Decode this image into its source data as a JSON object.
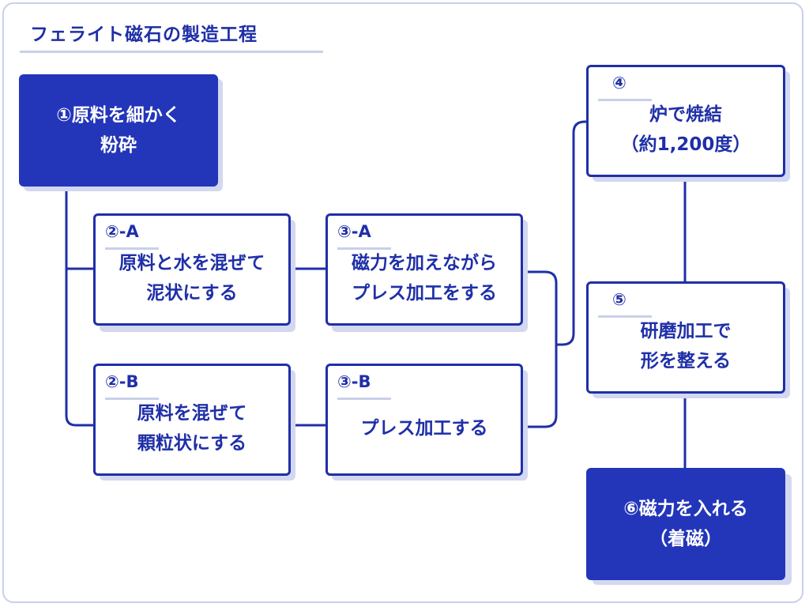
{
  "title": "フェライト磁石の製造工程",
  "colors": {
    "accent": "#1f2fa8",
    "fill": "#2336b9",
    "shadow": "#d3d8f0",
    "border": "#c9d0ea"
  },
  "nodes": {
    "n1": {
      "step": "",
      "lines": [
        "①原料を細かく",
        "粉砕"
      ]
    },
    "n2a": {
      "step": "②-A",
      "lines": [
        "原料と水を混ぜて",
        "泥状にする"
      ]
    },
    "n2b": {
      "step": "②-B",
      "lines": [
        "原料を混ぜて",
        "顆粒状にする"
      ]
    },
    "n3a": {
      "step": "③-A",
      "lines": [
        "磁力を加えながら",
        "プレス加工をする"
      ]
    },
    "n3b": {
      "step": "③-B",
      "lines": [
        "プレス加工する"
      ]
    },
    "n4": {
      "step": "④",
      "lines": [
        "炉で焼結",
        "（約1,200度）"
      ]
    },
    "n5": {
      "step": "⑤",
      "lines": [
        "研磨加工で",
        "形を整える"
      ]
    },
    "n6": {
      "step": "",
      "lines": [
        "⑥磁力を入れる",
        "（着磁）"
      ]
    }
  }
}
